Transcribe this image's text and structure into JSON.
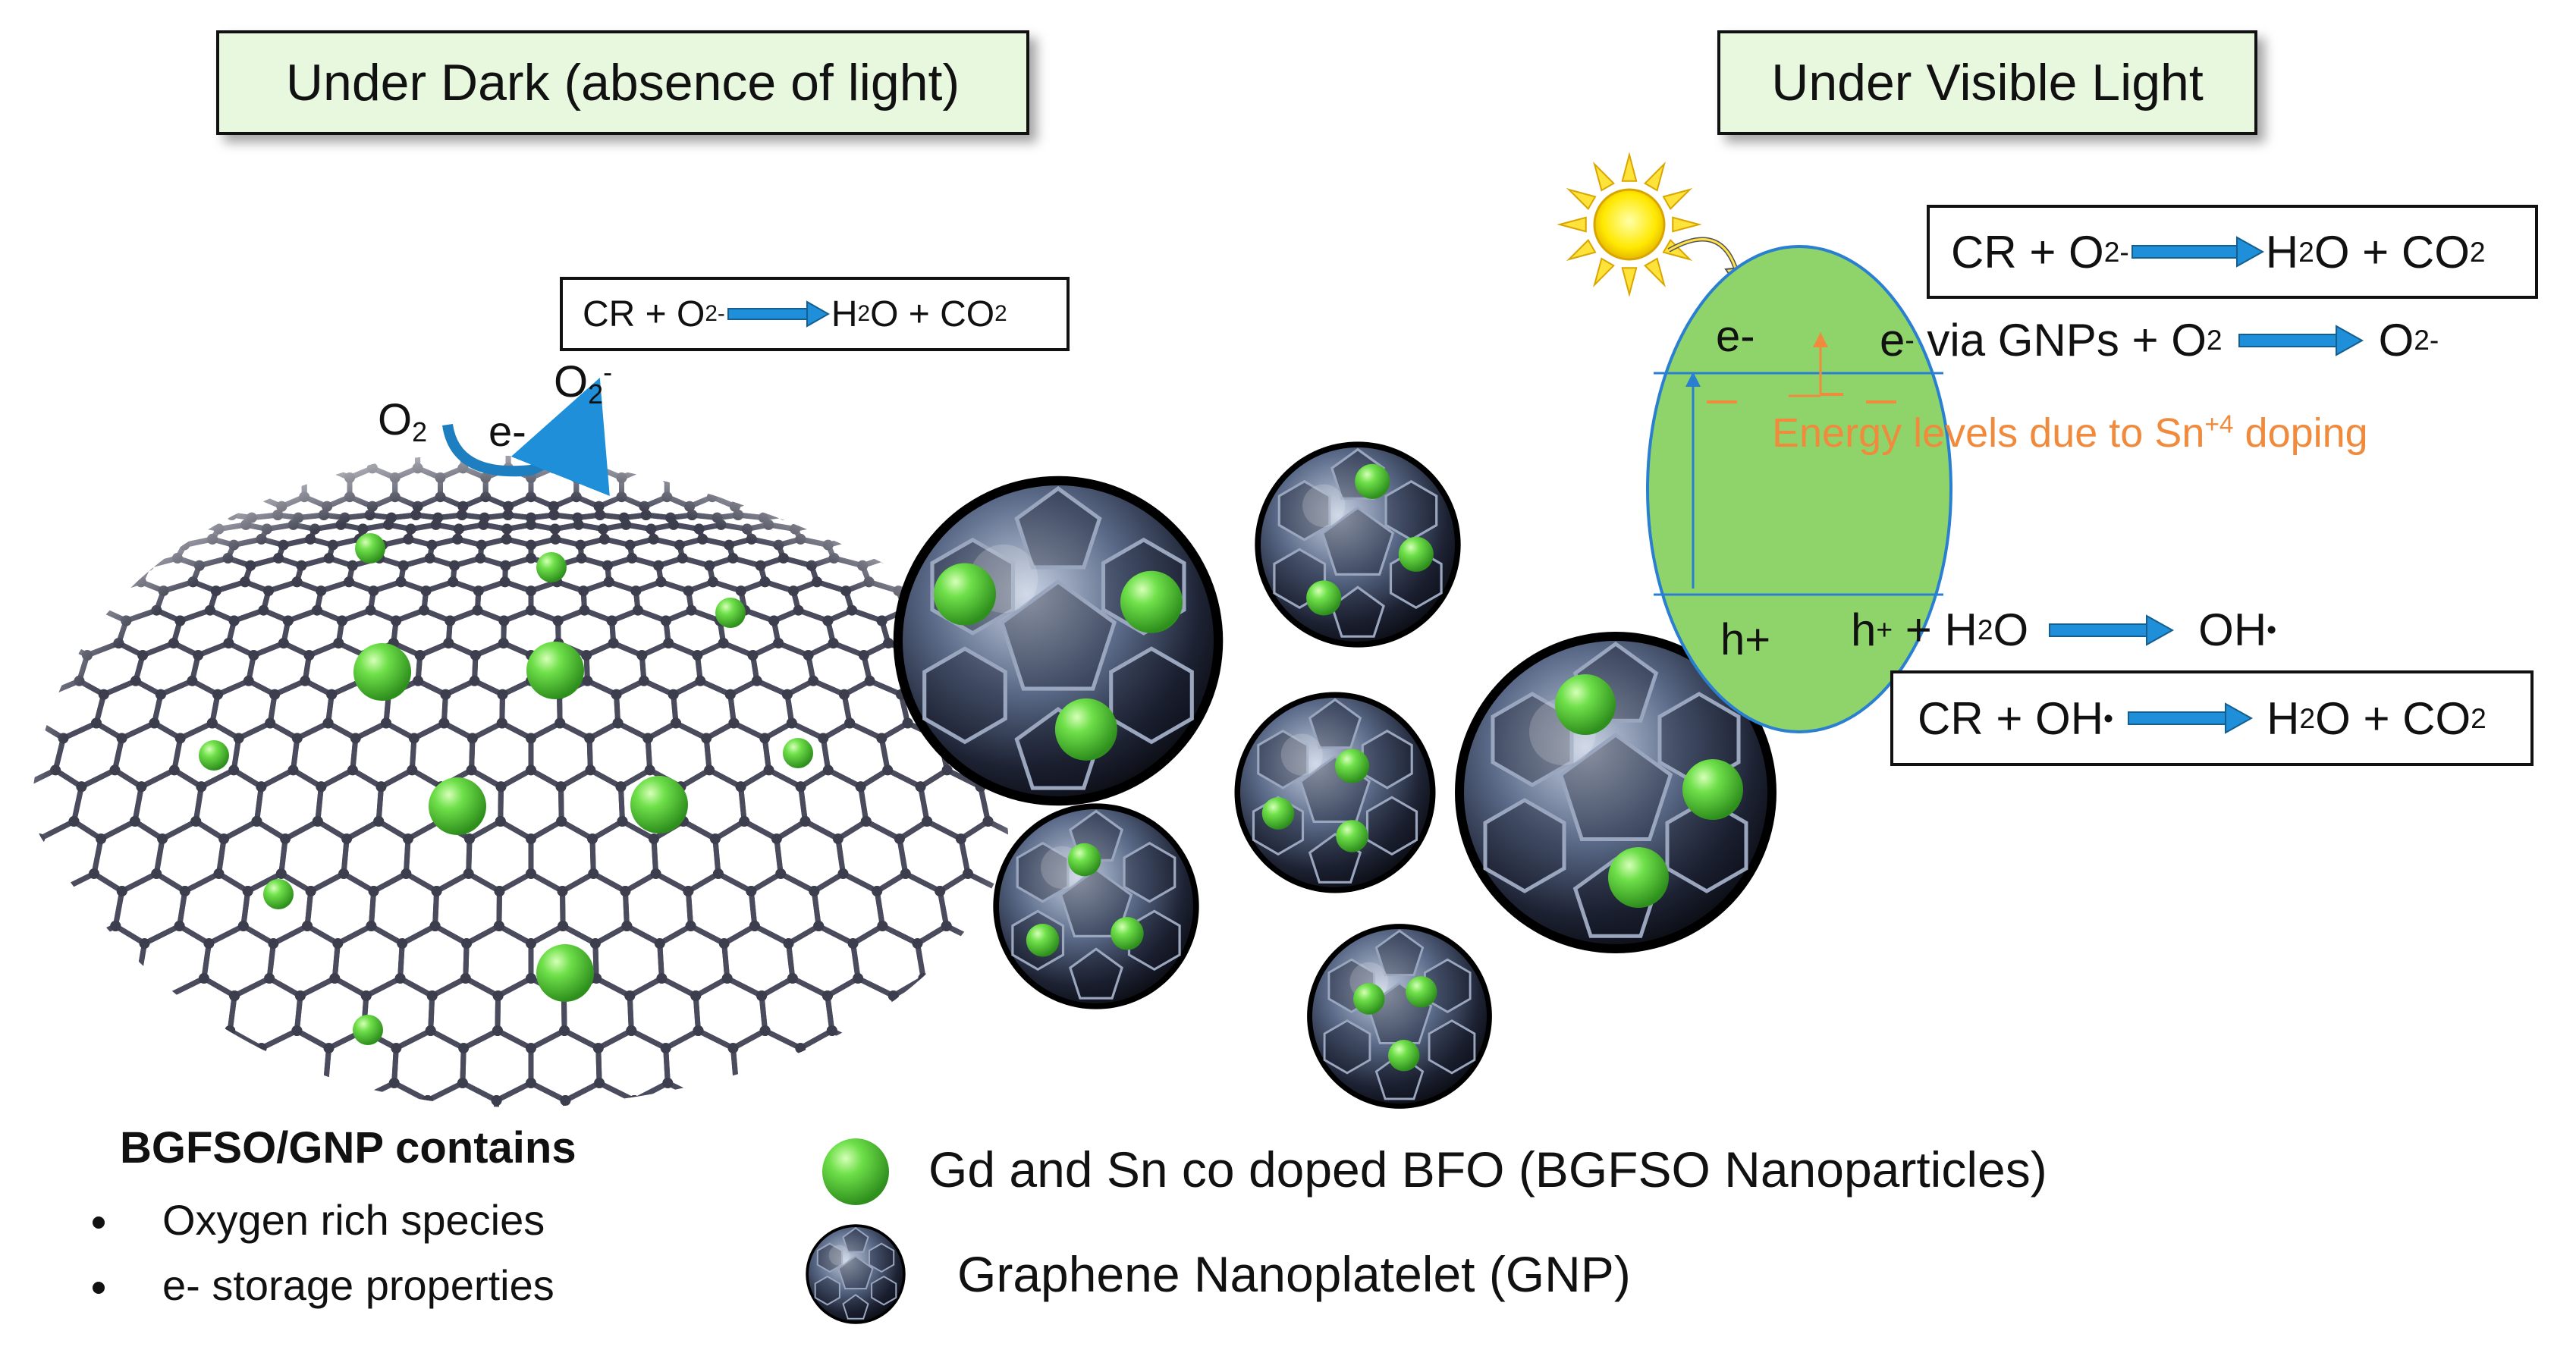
{
  "titles": {
    "dark": "Under Dark (absence of light)",
    "visible": "Under Visible Light"
  },
  "dark": {
    "eq_lhs": "CR + O",
    "eq_o2_sub": "2",
    "eq_o2_sup": "-",
    "eq_rhs_h2o_a": "H",
    "eq_rhs_h2o_sub": "2",
    "eq_rhs_h2o_b": "O + CO",
    "eq_rhs_co2_sub": "2",
    "o2_label": "O",
    "o2_sub": "2",
    "e_label": "e-",
    "o2minus_label": "O",
    "o2minus_sub": "2",
    "o2minus_sup": "-"
  },
  "light": {
    "eq1_lhs": "CR + O",
    "eq1_sub": "2",
    "eq1_sup": "-",
    "eq1_h": "H",
    "eq1_h_sub": "2",
    "eq1_rest": "O + CO",
    "eq1_co2_sub": "2",
    "cb_e": "e-",
    "via_e": "e",
    "via_e_sup": "-",
    "via_text": " via GNPs + O",
    "via_sub": "2",
    "via_product": "O",
    "via_product_sub": "2",
    "via_product_sup": "-",
    "energy_levels": "Energy levels due to Sn",
    "energy_sup": "+4",
    "energy_tail": " doping",
    "vb_h": "h+",
    "hplus_h": "h",
    "hplus_sup": "+",
    "hplus_rest": " + H",
    "hplus_sub": "2",
    "hplus_o": "O",
    "oh_product": "OH",
    "oh_sup": "•",
    "eq3_lhs": "CR + OH",
    "eq3_sup": "•",
    "eq3_h": "H",
    "eq3_sub": "2",
    "eq3_rest": "O + CO",
    "eq3_co2_sub": "2"
  },
  "composition": {
    "heading": "BGFSO/GNP contains",
    "items": [
      "Oxygen rich species",
      "e- storage properties"
    ]
  },
  "legend": {
    "nanoparticle": "Gd and Sn co doped BFO (BGFSO Nanoparticles)",
    "gnp": "Graphene Nanoplatelet (GNP)"
  },
  "colors": {
    "title_bg": "#e7f8df",
    "particle_green": "#5bd13a",
    "band_ellipse": "#8fd46a",
    "arrow_blue": "#1e8fd8",
    "energy_orange": "#f08a3c",
    "graphene_node": "#4a4c5e"
  }
}
